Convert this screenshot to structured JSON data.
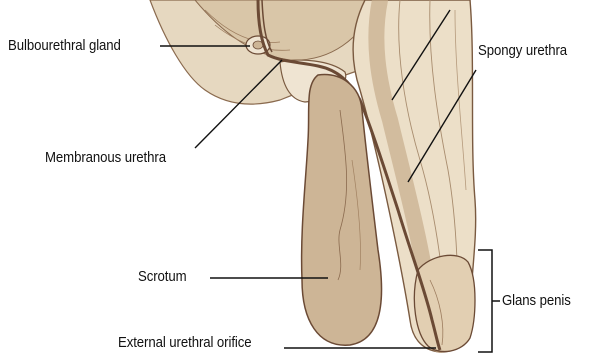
{
  "labels": {
    "bulbourethral_gland": "Bulbourethral gland",
    "spongy_urethra": "Spongy urethra",
    "membranous_urethra": "Membranous urethra",
    "scrotum": "Scrotum",
    "glans_penis": "Glans penis",
    "external_urethral_orifice": "External urethral orifice"
  },
  "colors": {
    "tissue_fill": "#d8c7ad",
    "tissue_light": "#ede2cf",
    "scrotum_fill": "#cdb596",
    "outline": "#7a5a40",
    "urethra": "#6b4a35",
    "leader": "#111111"
  }
}
